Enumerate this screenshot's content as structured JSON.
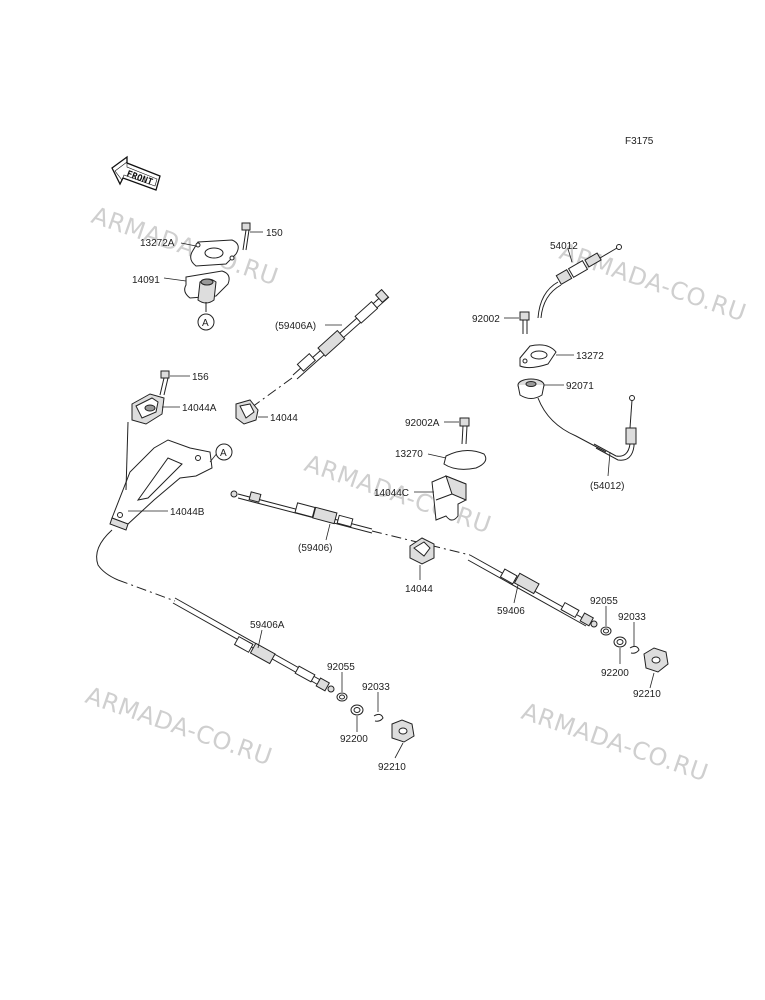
{
  "diagram": {
    "code": "F3175",
    "front_label": "FRONT",
    "watermarks": [
      "ARMADA-CO.RU",
      "ARMADA-CO.RU",
      "ARMADA-CO.RU",
      "ARMADA-CO.RU",
      "ARMADA-CO.RU"
    ],
    "labels": {
      "p13272A": "13272A",
      "p150": "150",
      "p14091": "14091",
      "circleA1": "A",
      "p59406A_paren": "(59406A)",
      "p156": "156",
      "p14044A": "14044A",
      "p14044_top": "14044",
      "circleA2": "A",
      "p14044B": "14044B",
      "p54012": "54012",
      "p92002": "92002",
      "p13272": "13272",
      "p92071": "92071",
      "p54012_paren": "(54012)",
      "p92002A": "92002A",
      "p13270": "13270",
      "p14044C": "14044C",
      "p59406_paren": "(59406)",
      "p14044_mid": "14044",
      "p59406": "59406",
      "p92055_r": "92055",
      "p92033_r": "92033",
      "p92200_r": "92200",
      "p92210_r": "92210",
      "p59406A": "59406A",
      "p92055_l": "92055",
      "p92033_l": "92033",
      "p92200_l": "92200",
      "p92210_l": "92210"
    }
  }
}
